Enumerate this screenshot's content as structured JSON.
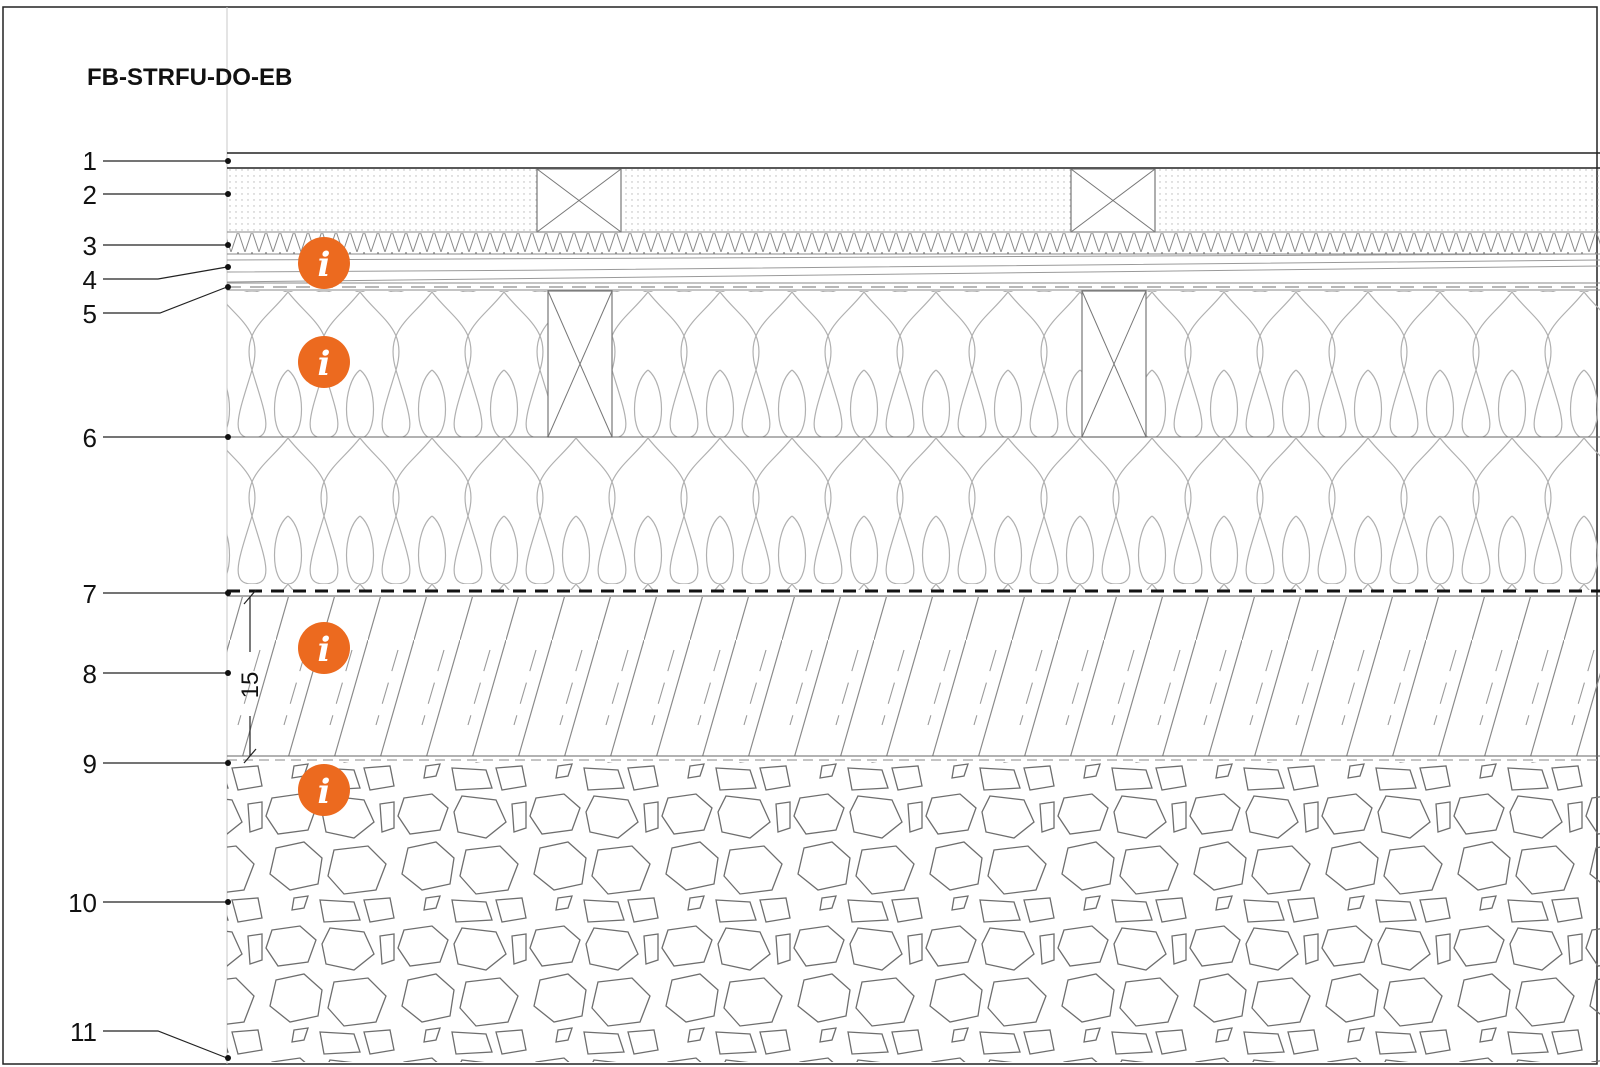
{
  "drawing": {
    "code": "FB-STRFU-DO-EB",
    "dimension_label": "15",
    "callouts": [
      "1",
      "2",
      "3",
      "4",
      "5",
      "6",
      "7",
      "8",
      "9",
      "10",
      "11"
    ],
    "info_icons": [
      "i",
      "i",
      "i",
      "i"
    ]
  },
  "colors": {
    "accent": "#ec6a1f",
    "line": "#222222",
    "hatch": "#9a9a9a"
  }
}
